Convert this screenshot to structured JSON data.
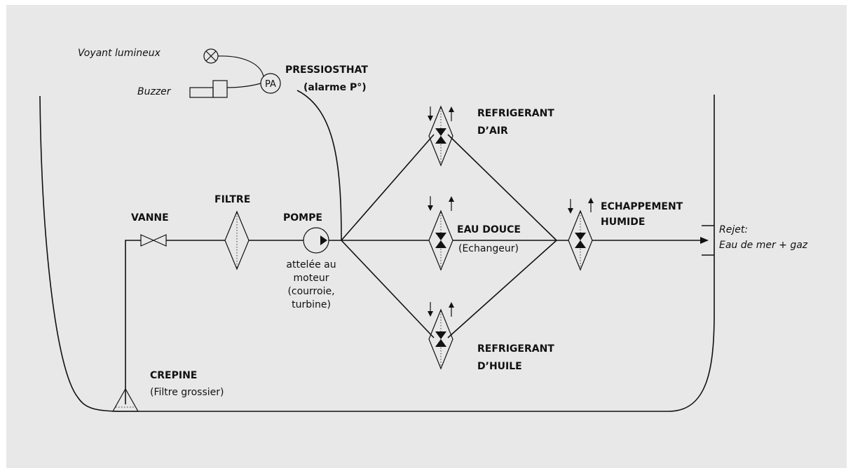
{
  "labels": {
    "voyant": "Voyant lumineux",
    "buzzer": "Buzzer",
    "pressiosthat": "PRESSIOSTHAT",
    "alarme": "(alarme P°)",
    "pa": "PA",
    "refrig_air_1": "REFRIGERANT",
    "refrig_air_2": "D’AIR",
    "filtre": "FILTRE",
    "vanne": "VANNE",
    "pompe": "POMPE",
    "pompe_desc_1": "attelée au",
    "pompe_desc_2": "moteur",
    "pompe_desc_3": "(courroie,",
    "pompe_desc_4": "turbine)",
    "eau_douce": "EAU DOUCE",
    "echangeur": "(Echangeur)",
    "echappement_1": "ECHAPPEMENT",
    "echappement_2": "HUMIDE",
    "rejet_1": "Rejet:",
    "rejet_2": "Eau de mer + gaz",
    "refrig_huile_1": "REFRIGERANT",
    "refrig_huile_2": "D’HUILE",
    "crepine": "CREPINE",
    "crepine_desc": "(Filtre grossier)"
  }
}
